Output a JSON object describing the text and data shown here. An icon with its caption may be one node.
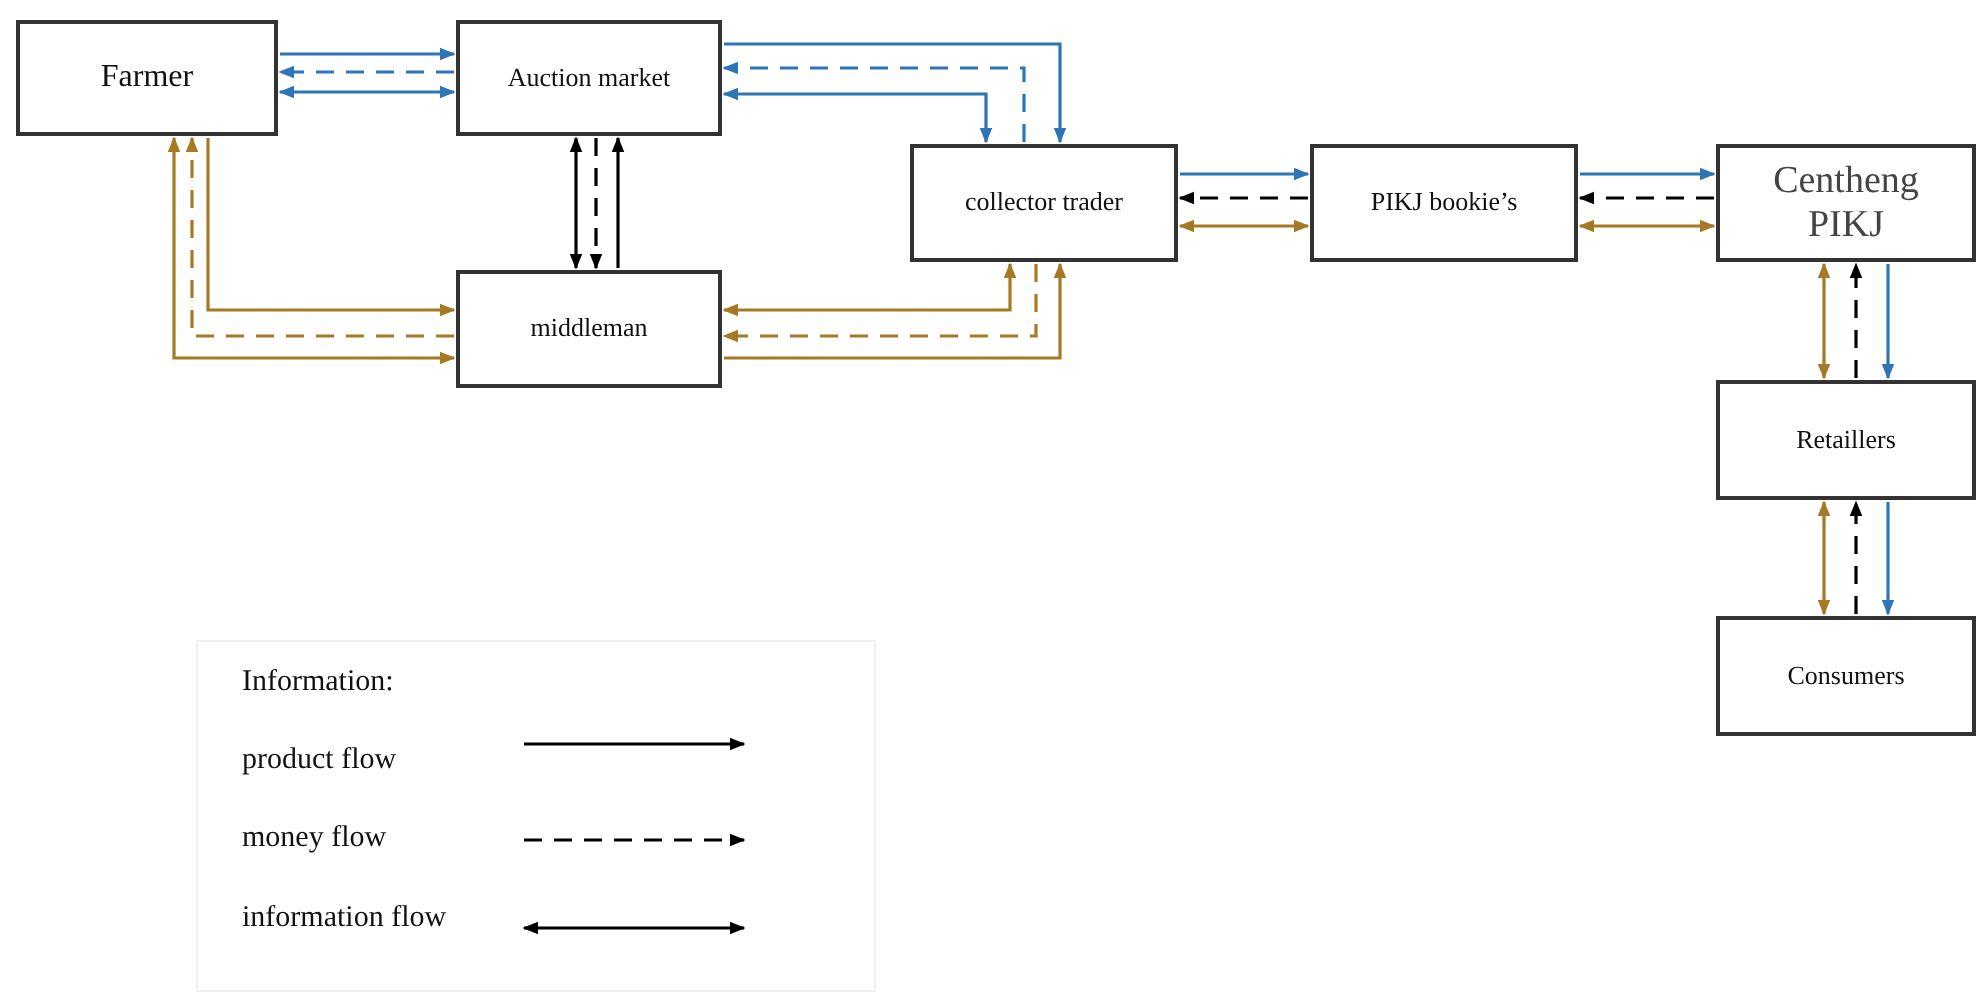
{
  "diagram": {
    "nodes": [
      {
        "text": [
          "Farmer"
        ]
      },
      {
        "text": [
          "Auction market"
        ]
      },
      {
        "text": [
          "collector trader"
        ]
      },
      {
        "text": [
          "middleman"
        ]
      },
      {
        "text": [
          "PIKJ bookie’s"
        ]
      },
      {
        "text": [
          "Centheng PIKJ"
        ]
      },
      {
        "text": [
          "Retaillers"
        ]
      },
      {
        "text": [
          "Consumers"
        ]
      }
    ],
    "edges": [
      {
        "from": 0,
        "to": 1,
        "arrow": "to",
        "color": "#2e75b6"
      },
      {
        "from": 1,
        "to": 0,
        "arrow": "to",
        "style": "dashed",
        "color": "#2e75b6"
      },
      {
        "from": 0,
        "to": 1,
        "arrow": "both",
        "color": "#2e75b6"
      },
      {
        "from": 1,
        "to": 2,
        "arrow": "to",
        "color": "#2e75b6"
      },
      {
        "from": 2,
        "to": 1,
        "arrow": "to",
        "style": "dashed",
        "color": "#2e75b6"
      },
      {
        "from": 1,
        "to": 2,
        "arrow": "both",
        "color": "#2e75b6"
      },
      {
        "from": 1,
        "to": 3,
        "arrow": "both",
        "color": "#000000"
      },
      {
        "from": 1,
        "to": 3,
        "arrow": "to",
        "style": "dashed",
        "color": "#000000"
      },
      {
        "from": 3,
        "to": 1,
        "arrow": "to",
        "color": "#000000"
      },
      {
        "from": 0,
        "to": 3,
        "arrow": "to",
        "color": "#a67a24"
      },
      {
        "from": 3,
        "to": 0,
        "arrow": "to",
        "style": "dashed",
        "color": "#a67a24"
      },
      {
        "from": 0,
        "to": 3,
        "arrow": "both",
        "color": "#a67a24"
      },
      {
        "from": 3,
        "to": 2,
        "arrow": "both",
        "color": "#a67a24"
      },
      {
        "from": 2,
        "to": 3,
        "arrow": "to",
        "style": "dashed",
        "color": "#a67a24"
      },
      {
        "from": 3,
        "to": 2,
        "arrow": "to",
        "color": "#a67a24"
      },
      {
        "from": 2,
        "to": 4,
        "arrow": "to",
        "color": "#2e75b6"
      },
      {
        "from": 4,
        "to": 2,
        "arrow": "to",
        "style": "dashed",
        "color": "#000000"
      },
      {
        "from": 2,
        "to": 4,
        "arrow": "both",
        "color": "#a67a24"
      },
      {
        "from": 4,
        "to": 5,
        "arrow": "to",
        "color": "#2e75b6"
      },
      {
        "from": 5,
        "to": 4,
        "arrow": "to",
        "style": "dashed",
        "color": "#000000"
      },
      {
        "from": 4,
        "to": 5,
        "arrow": "both",
        "color": "#a67a24"
      },
      {
        "from": 5,
        "to": 6,
        "arrow": "both",
        "color": "#a67a24"
      },
      {
        "from": 6,
        "to": 5,
        "arrow": "to",
        "style": "dashed",
        "color": "#000000"
      },
      {
        "from": 5,
        "to": 6,
        "arrow": "to",
        "color": "#2e75b6"
      },
      {
        "from": 6,
        "to": 7,
        "arrow": "both",
        "color": "#a67a24"
      },
      {
        "from": 7,
        "to": 6,
        "arrow": "to",
        "style": "dashed",
        "color": "#000000"
      },
      {
        "from": 6,
        "to": 7,
        "arrow": "to",
        "color": "#2e75b6"
      }
    ],
    "labels": [
      "Information:"
    ],
    "legend": [
      {
        "text": "product flow"
      },
      {
        "text": "money flow"
      },
      {
        "text": "information flow"
      }
    ]
  }
}
